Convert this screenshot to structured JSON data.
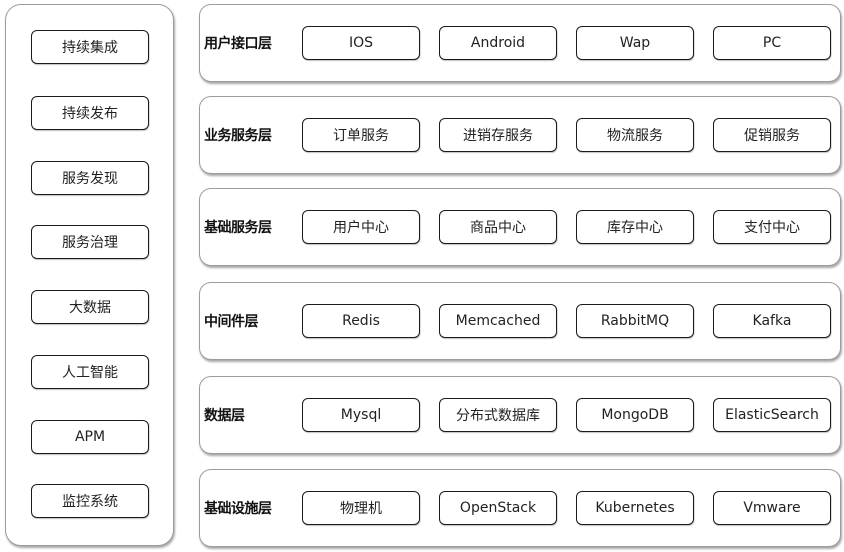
{
  "sidebar": {
    "items": [
      {
        "label": "持续集成"
      },
      {
        "label": "持续发布"
      },
      {
        "label": "服务发现"
      },
      {
        "label": "服务治理"
      },
      {
        "label": "大数据"
      },
      {
        "label": "人工智能"
      },
      {
        "label": "APM"
      },
      {
        "label": "监控系统"
      }
    ]
  },
  "layers": [
    {
      "label": "用户接口层",
      "items": [
        "IOS",
        "Android",
        "Wap",
        "PC"
      ]
    },
    {
      "label": "业务服务层",
      "items": [
        "订单服务",
        "进销存服务",
        "物流服务",
        "促销服务"
      ]
    },
    {
      "label": "基础服务层",
      "items": [
        "用户中心",
        "商品中心",
        "库存中心",
        "支付中心"
      ]
    },
    {
      "label": "中间件层",
      "items": [
        "Redis",
        "Memcached",
        "RabbitMQ",
        "Kafka"
      ]
    },
    {
      "label": "数据层",
      "items": [
        "Mysql",
        "分布式数据库",
        "MongoDB",
        "ElasticSearch"
      ]
    },
    {
      "label": "基础设施层",
      "items": [
        "物理机",
        "OpenStack",
        "Kubernetes",
        "Vmware"
      ]
    }
  ],
  "colors": {
    "panel_border": "#9c9c9c",
    "box_border": "#1a1a1a",
    "background": "#ffffff",
    "text": "#111111"
  }
}
